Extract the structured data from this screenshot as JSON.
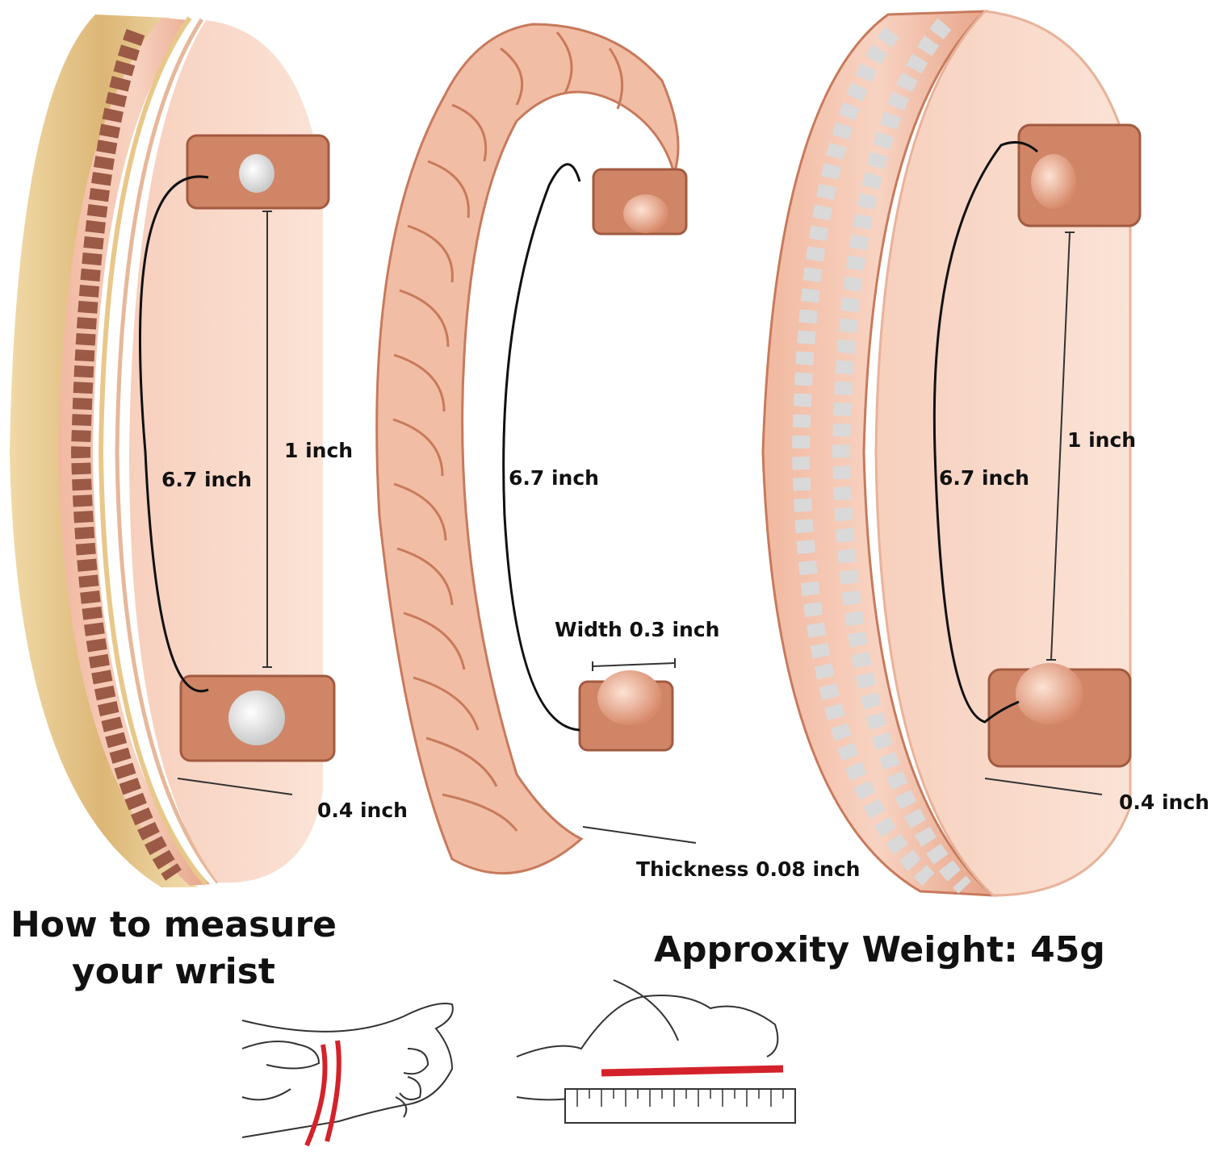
{
  "colors": {
    "copper_light": "#f6c9b3",
    "copper_mid": "#e09c80",
    "copper_dark": "#b8684c",
    "brass": "#e8c98c",
    "silver": "#e2e2e2",
    "measure_red": "#d4222a",
    "text": "#111111"
  },
  "bracelets": [
    {
      "name": "braided copper cuff with brass rails",
      "length_label": "6.7 inch",
      "gap_label": "1 inch",
      "width_label": "0.4 inch"
    },
    {
      "name": "twisted rope copper cuff",
      "length_label": "6.7 inch",
      "width_label": "Width 0.3 inch",
      "thickness_label": "Thickness 0.08 inch"
    },
    {
      "name": "copper cuff with twin silver ropes",
      "length_label": "6.7 inch",
      "gap_label": "1 inch",
      "width_label": "0.4 inch"
    }
  ],
  "measure_title": {
    "line1": "How to measure",
    "line2": "your wrist"
  },
  "weight_label": "Approxity Weight: 45g",
  "icons": [
    "magnet-end-icon",
    "wrist-wrap-illustration",
    "ruler-measure-illustration"
  ]
}
